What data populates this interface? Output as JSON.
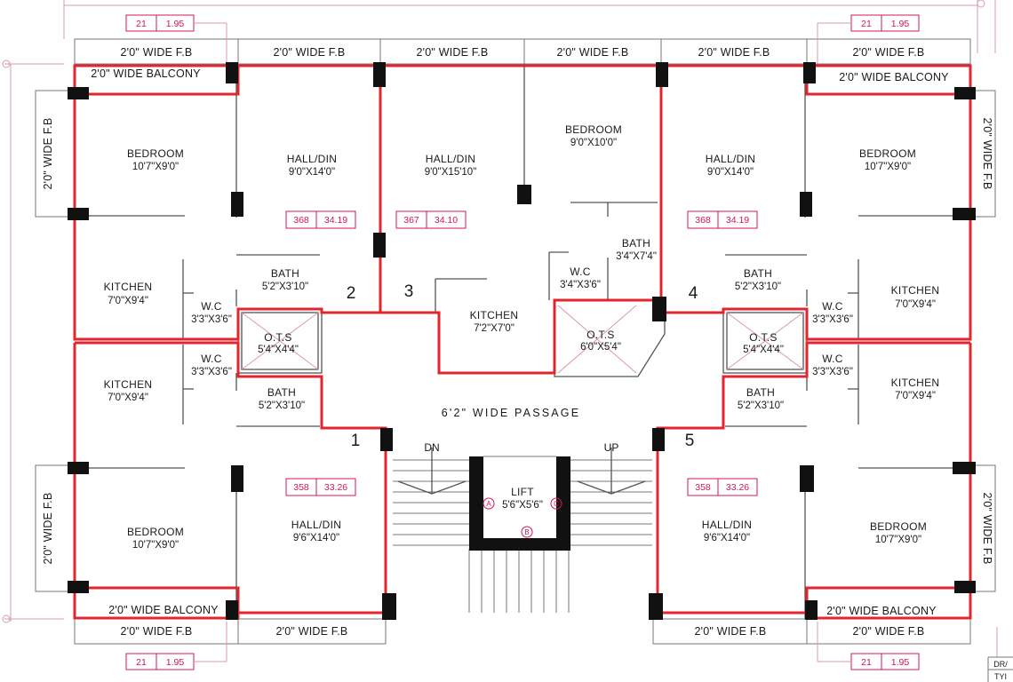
{
  "colors": {
    "accent_wall": "#e0262e",
    "tag": "#d4145a",
    "column": "#111111"
  },
  "area_tags": {
    "top_left": {
      "a": "21",
      "b": "1.95"
    },
    "top_right": {
      "a": "21",
      "b": "1.95"
    },
    "bottom_left": {
      "a": "21",
      "b": "1.95"
    },
    "bottom_right": {
      "a": "21",
      "b": "1.95"
    }
  },
  "units": {
    "u2": {
      "a": "368",
      "b": "34.19"
    },
    "u3": {
      "a": "367",
      "b": "34.10"
    },
    "u4": {
      "a": "368",
      "b": "34.19"
    },
    "u1": {
      "a": "358",
      "b": "33.26"
    },
    "u5": {
      "a": "358",
      "b": "33.26"
    }
  },
  "fb": {
    "top1": "2'0\" WIDE F.B",
    "top2": "2'0\" WIDE F.B",
    "top3": "2'0\" WIDE F.B",
    "top4": "2'0\" WIDE F.B",
    "top5": "2'0\" WIDE F.B",
    "top6": "2'0\" WIDE F.B",
    "bot1": "2'0\" WIDE F.B",
    "bot2": "2'0\" WIDE F.B",
    "bot3": "2'0\" WIDE F.B",
    "bot4": "2'0\" WIDE F.B",
    "left_upper": "2'0\" WIDE F.B",
    "left_lower": "2'0\" WIDE F.B",
    "right_upper": "2'0\" WIDE F.B",
    "right_lower": "2'0\" WIDE F.B"
  },
  "balcony": {
    "tl": "2'0\" WIDE BALCONY",
    "tr": "2'0\" WIDE BALCONY",
    "bl": "2'0\" WIDE BALCONY",
    "br": "2'0\" WIDE BALCONY"
  },
  "rooms": {
    "bed_tl": {
      "name": "BEDROOM",
      "size": "10'7\"X9'0\""
    },
    "hall_2": {
      "name": "HALL/DIN",
      "size": "9'0\"X14'0\""
    },
    "hall_3": {
      "name": "HALL/DIN",
      "size": "9'0\"X15'10\""
    },
    "bed_3": {
      "name": "BEDROOM",
      "size": "9'0\"X10'0\""
    },
    "hall_4": {
      "name": "HALL/DIN",
      "size": "9'0\"X14'0\""
    },
    "bed_tr": {
      "name": "BEDROOM",
      "size": "10'7\"X9'0\""
    },
    "kit_tl": {
      "name": "KITCHEN",
      "size": "7'0\"X9'4\""
    },
    "wc_tl": {
      "name": "W.C",
      "size": "3'3\"X3'6\""
    },
    "bath_tl": {
      "name": "BATH",
      "size": "5'2\"X3'10\""
    },
    "ots_l": {
      "name": "O.T.S",
      "size": "5'4\"X4'4\""
    },
    "kit_3": {
      "name": "KITCHEN",
      "size": "7'2\"X7'0\""
    },
    "wc_3": {
      "name": "W.C",
      "size": "3'4\"X3'6\""
    },
    "bath_3": {
      "name": "BATH",
      "size": "3'4\"X7'4\""
    },
    "ots_c": {
      "name": "O.T.S",
      "size": "6'0\"X5'4\""
    },
    "bath_tr": {
      "name": "BATH",
      "size": "5'2\"X3'10\""
    },
    "ots_r": {
      "name": "O.T.S",
      "size": "5'4\"X4'4\""
    },
    "wc_tr": {
      "name": "W.C",
      "size": "3'3\"X3'6\""
    },
    "kit_tr": {
      "name": "KITCHEN",
      "size": "7'0\"X9'4\""
    },
    "kit_bl": {
      "name": "KITCHEN",
      "size": "7'0\"X9'4\""
    },
    "wc_bl": {
      "name": "W.C",
      "size": "3'3\"X3'6\""
    },
    "bath_bl": {
      "name": "BATH",
      "size": "5'2\"X3'10\""
    },
    "wc_br": {
      "name": "W.C",
      "size": "3'3\"X3'6\""
    },
    "kit_br": {
      "name": "KITCHEN",
      "size": "7'0\"X9'4\""
    },
    "bath_br": {
      "name": "BATH",
      "size": "5'2\"X3'10\""
    },
    "bed_bl": {
      "name": "BEDROOM",
      "size": "10'7\"X9'0\""
    },
    "hall_1": {
      "name": "HALL/DIN",
      "size": "9'6\"X14'0\""
    },
    "hall_5": {
      "name": "HALL/DIN",
      "size": "9'6\"X14'0\""
    },
    "bed_br": {
      "name": "BEDROOM",
      "size": "10'7\"X9'0\""
    },
    "lift": {
      "name": "LIFT",
      "size": "5'6\"X5'6\""
    }
  },
  "passage": "6'2\" WIDE PASSAGE",
  "unit_numbers": {
    "n1": "1",
    "n2": "2",
    "n3": "3",
    "n4": "4",
    "n5": "5"
  },
  "stair": {
    "down": "DN",
    "up": "UP"
  },
  "grid_marks": {
    "a": "A",
    "b": "B",
    "c": "C"
  },
  "title_block": {
    "dr": "DR/",
    "ty": "TYI"
  }
}
